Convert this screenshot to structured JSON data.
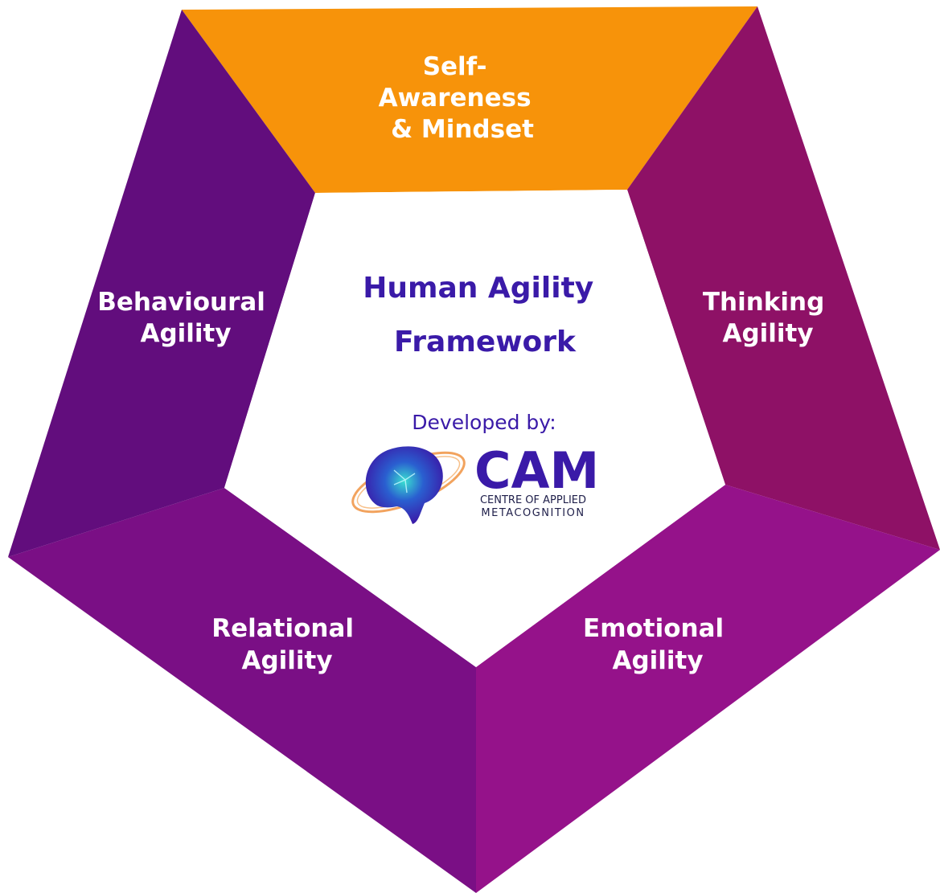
{
  "colors": {
    "self_awareness": "#f7930a",
    "thinking": "#8e1166",
    "emotional": "#95128a",
    "relational": "#7a0f85",
    "behavioural": "#620d7d",
    "center_text": "#3a1aa8"
  },
  "segments": {
    "self_awareness": {
      "lines": [
        "Self-",
        "Awareness",
        "& Mindset"
      ]
    },
    "thinking": {
      "lines": [
        "Thinking",
        "Agility"
      ]
    },
    "emotional": {
      "lines": [
        "Emotional",
        "Agility"
      ]
    },
    "relational": {
      "lines": [
        "Relational",
        "Agility"
      ]
    },
    "behavioural": {
      "lines": [
        "Behavioural",
        "Agility"
      ]
    }
  },
  "center": {
    "title_lines": [
      "Human Agility",
      "Framework"
    ],
    "developed_by": "Developed by:",
    "logo": {
      "name": "CAM",
      "line1": "CENTRE OF APPLIED",
      "line2": "METACOGNITION",
      "icon": "brain-orbit-icon"
    }
  }
}
